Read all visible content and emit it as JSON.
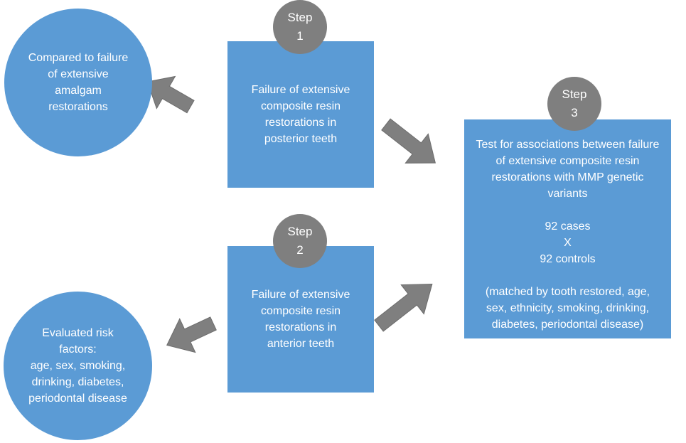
{
  "colors": {
    "box": "#5b9bd5",
    "step": "#7f7f7f",
    "arrow": "#7f7f7f",
    "arrow_stroke": "#6d6d6d"
  },
  "circle_top": {
    "text": "Compared to failure\nof extensive\namalgam\nrestorations"
  },
  "circle_bottom": {
    "text": "Evaluated risk\nfactors:\nage, sex, smoking,\ndrinking, diabetes,\nperiodontal disease"
  },
  "step1": {
    "label": "Step",
    "number": "1",
    "box_text": "Failure of extensive\ncomposite resin\nrestorations in\nposterior teeth"
  },
  "step2": {
    "label": "Step",
    "number": "2",
    "box_text": "Failure of extensive\ncomposite resin\nrestorations in\nanterior teeth"
  },
  "step3": {
    "label": "Step",
    "number": "3",
    "box_text": "Test for associations between failure\nof extensive composite resin\nrestorations with MMP genetic\nvariants\n\n92 cases\nX\n92 controls\n\n(matched by tooth restored, age,\nsex, ethnicity, smoking, drinking,\ndiabetes, periodontal disease)"
  }
}
